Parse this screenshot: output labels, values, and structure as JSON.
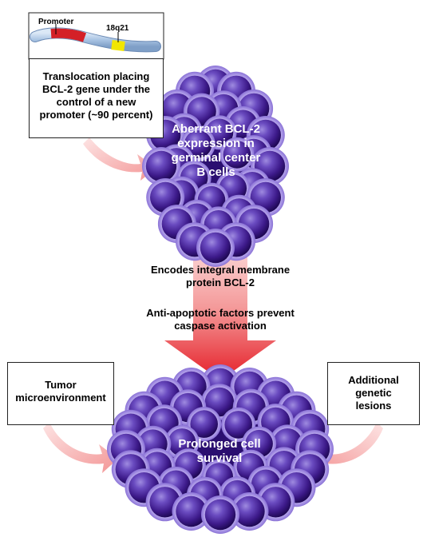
{
  "chromosome": {
    "promoter_label": "Promoter",
    "locus_label": "18q21"
  },
  "boxes": {
    "translocation": "Translocation placing BCL-2 gene under the control of a new promoter (~90 percent)",
    "tumor": "Tumor microenvironment",
    "genetic": "Additional genetic lesions"
  },
  "clusters": {
    "top": "Aberrant BCL-2 expression in germinal center B cells",
    "bottom": "Prolonged cell survival"
  },
  "center_texts": {
    "encodes": "Encodes integral membrane protein BCL-2",
    "antiapoptotic": "Anti-apoptotic factors prevent caspase activation"
  },
  "colors": {
    "cell_fill": "#3d1a8a",
    "cell_highlight": "#a08ae0",
    "arrow_pink": "#f6b7b7",
    "arrow_red": "#e8202a",
    "promoter_red": "#d42027",
    "locus_yellow": "#f2e600",
    "chromosome_blue": "#a9c4e3"
  }
}
